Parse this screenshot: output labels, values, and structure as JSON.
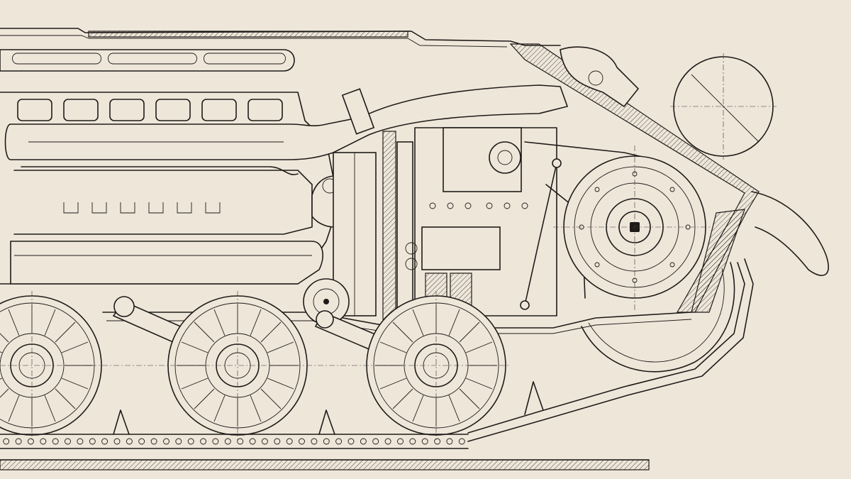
{
  "drawing": {
    "subject": "tank-rear-hull-engine-transmission-cutaway",
    "colors": {
      "paper": "#efe6da",
      "ink": "#1e1b18"
    },
    "road_wheels": 3,
    "cylinder_heads": 6,
    "track_links_bottom": 38
  }
}
